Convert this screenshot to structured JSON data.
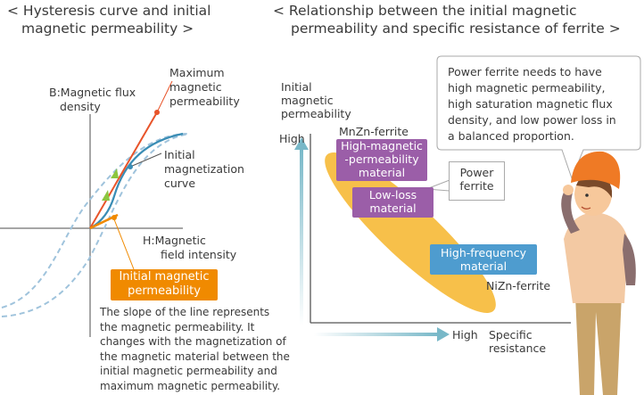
{
  "left": {
    "title_line1": "< Hysteresis curve and initial",
    "title_line2": "magnetic permeability >",
    "y_axis_label_line1": "B:Magnetic flux",
    "y_axis_label_line2": "density",
    "x_axis_label_line1": "H:Magnetic",
    "x_axis_label_line2": "field intensity",
    "max_perm_line1": "Maximum",
    "max_perm_line2": "magnetic",
    "max_perm_line3": "permeability",
    "init_curve_line1": "Initial",
    "init_curve_line2": "magnetization",
    "init_curve_line3": "curve",
    "init_perm_box_line1": "Initial magnetic",
    "init_perm_box_line2": "permeability",
    "description": [
      "The slope of the line represents",
      "the magnetic permeability. It",
      "changes with the magnetization of",
      "the magnetic material between the",
      "initial magnetic permeability and",
      "maximum magnetic permeability."
    ]
  },
  "right": {
    "title_line1": "< Relationship between the initial magnetic",
    "title_line2": "permeability and specific resistance of ferrite >",
    "y_axis_label_line1": "Initial",
    "y_axis_label_line2": "magnetic",
    "y_axis_label_line3": "permeability",
    "y_high": "High",
    "x_high": "High",
    "x_axis_label_line1": "Specific",
    "x_axis_label_line2": "resistance",
    "mnzn": "MnZn-ferrite",
    "nizn": "NiZn-ferrite",
    "box_high_perm_line1": "High-magnetic",
    "box_high_perm_line2": "-permeability",
    "box_high_perm_line3": "material",
    "box_low_loss_line1": "Low-loss",
    "box_low_loss_line2": "material",
    "box_high_freq_line1": "High-frequency",
    "box_high_freq_line2": "material",
    "power_ferrite_line1": "Power",
    "power_ferrite_line2": "ferrite",
    "speech": [
      "Power ferrite needs to have",
      "high magnetic permeability,",
      "high saturation magnetic flux",
      "density, and low power loss in",
      "a balanced proportion."
    ]
  },
  "colors": {
    "orange": "#f08a00",
    "purple": "#9b5ea8",
    "blue": "#4e9ccf",
    "ellipse": "#f7c04a",
    "curve_teal": "#3a8db5",
    "dashed": "#9fc3dc",
    "max_line": "#e8542a"
  }
}
